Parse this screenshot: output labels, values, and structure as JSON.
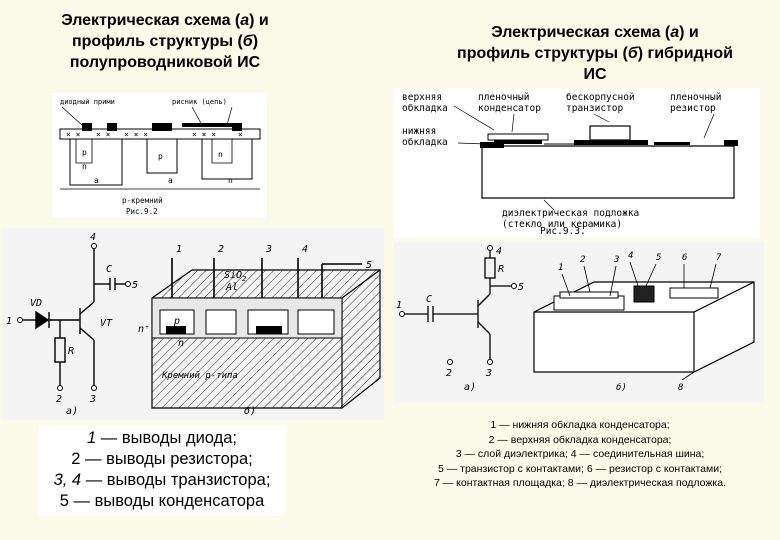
{
  "titles": {
    "left": {
      "line1_pre": "Электрическая схема (",
      "line1_a": "а",
      "line1_post": ") и",
      "line2_pre": "профиль структуры (",
      "line2_b": "б",
      "line2_post": ")",
      "line3": "полупроводниковой ИС"
    },
    "right": {
      "line1_pre": "Электрическая схема (",
      "line1_a": "а",
      "line1_post": ")  и",
      "line2_pre": "профиль структуры (",
      "line2_b": "б",
      "line2_post": ") гибридной",
      "line3": "ИС"
    }
  },
  "fig92": {
    "label_top_left": "диодный прими",
    "label_top_right": "рисник (цепь)",
    "label_p1": "p",
    "label_n1": "n",
    "label_p2": "p",
    "label_n2": "n",
    "label_a1": "a",
    "label_a2": "a",
    "label_n3": "n",
    "label_bottom": "p-кремний",
    "fig_label": "Рис.9.2"
  },
  "fig93": {
    "label_upper_plate": "верхняя\nобкладка",
    "label_film_cap": "пленочный\nконденсатор",
    "label_transistor": "бескорпусной\nтранзистор",
    "label_film_res": "пленочный\nрезистор",
    "label_lower_plate": "нижняя\nобкладка",
    "label_substrate": "диэлектрическая подложка\n(стекло или керамика)",
    "fig_label": "Рис.9.3."
  },
  "left_circuit": {
    "vd": "VD",
    "vt": "VT",
    "c": "C",
    "r": "R",
    "n1": "1",
    "n2": "2",
    "n3": "3",
    "n4": "4",
    "n5": "5",
    "sio2": "SiO",
    "sio2_sub": "2",
    "al": "Al",
    "n_plus": "n⁺",
    "sub_label": "Кремний p-типа",
    "part_a": "а)",
    "part_b": "б)",
    "top1": "1",
    "top2": "2",
    "top3": "3",
    "top4": "4",
    "top5": "5",
    "p_label": "p",
    "n_label": "n"
  },
  "right_circuit": {
    "r": "R",
    "c": "C",
    "n1": "1",
    "n2": "2",
    "n3": "3",
    "n4": "4",
    "n5": "5",
    "t1": "1",
    "t2": "2",
    "t3": "3",
    "t4": "4",
    "t5": "5",
    "t6": "6",
    "t7": "7",
    "t8": "8",
    "part_a": "а)",
    "part_b": "б)"
  },
  "caption_left": {
    "l1_num": "1",
    "l1_txt": " — выводы диода;",
    "l2": "2 — выводы резистора;",
    "l3_num": "3, 4",
    "l3_txt": " — выводы транзистора;",
    "l4": "5 — выводы конденсатора"
  },
  "legend_right": {
    "l1": "1 — нижняя обкладка  конденсатора;",
    "l2": "2 — верхняя обкладка  конденсатора;",
    "l3": "3 — слой диэлектрика;      4 — соединительная шина;",
    "l4": "5 — транзистор с контактами;    6 — резистор с контактами;",
    "l5": "7 — контактная площадка;  8 — диэлектрическая подложка."
  }
}
